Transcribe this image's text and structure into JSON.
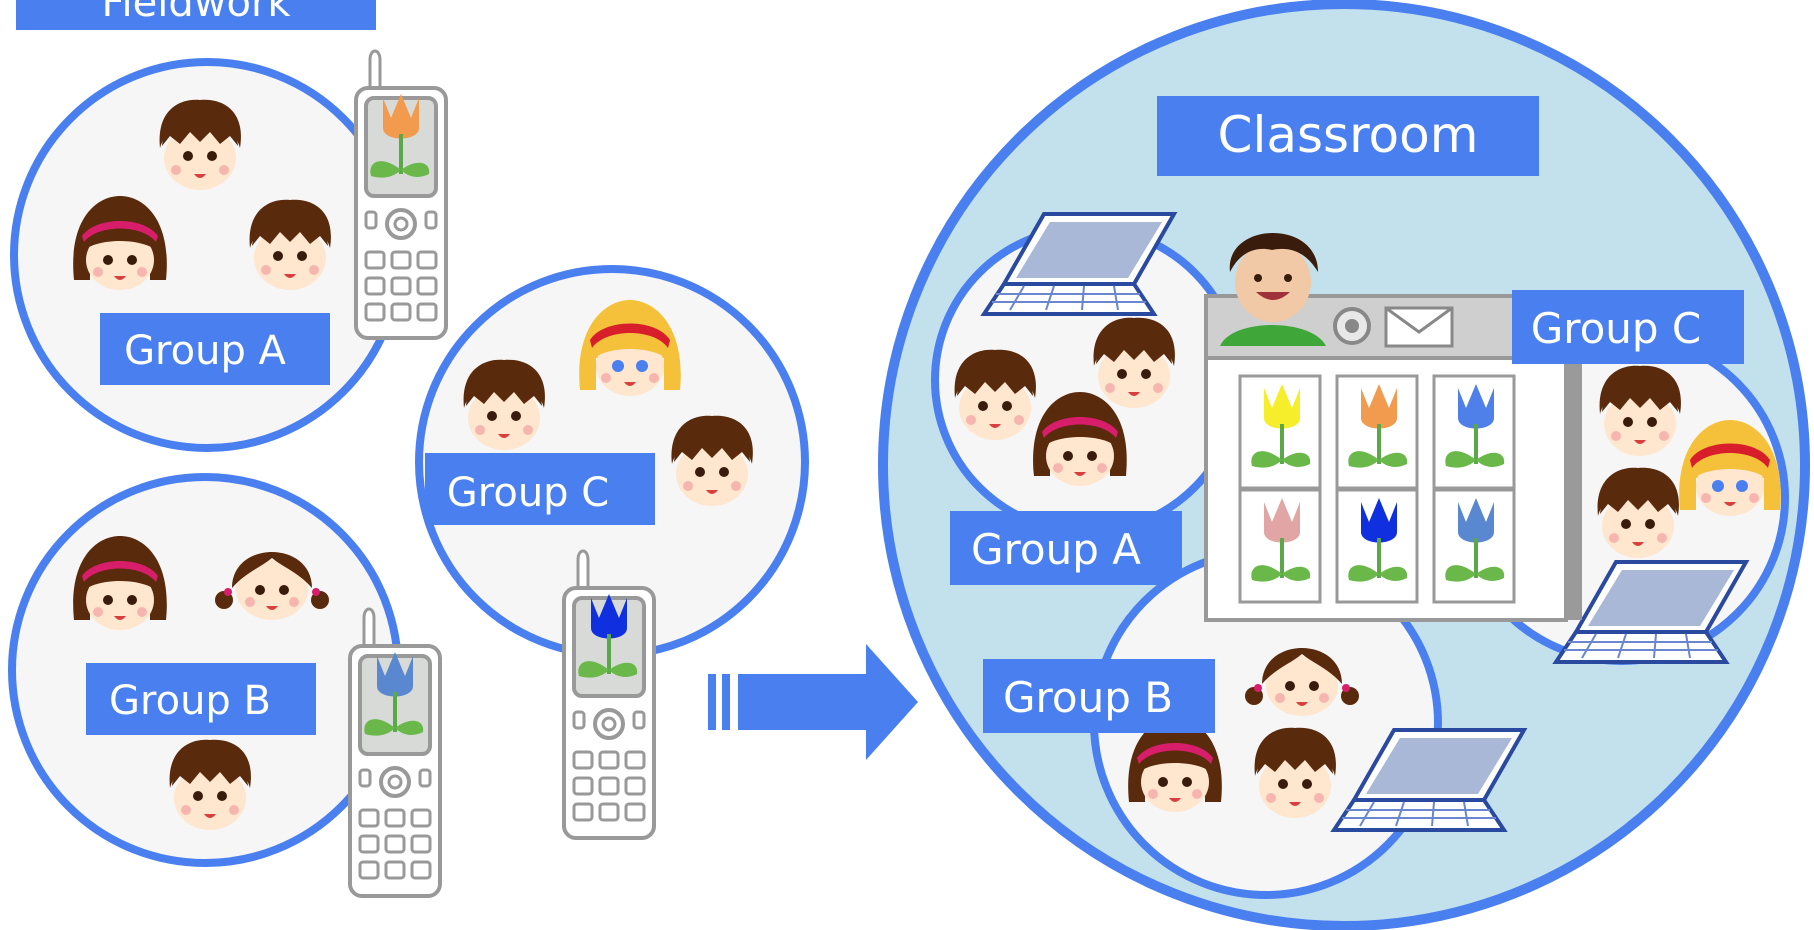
{
  "header": {
    "fieldwork_label": "Fieldwork"
  },
  "fieldwork": {
    "group_a": "Group A",
    "group_b": "Group B",
    "group_c": "Group C"
  },
  "classroom": {
    "title": "Classroom",
    "group_a": "Group A",
    "group_b": "Group B",
    "group_c": "Group C"
  },
  "colors": {
    "accent": "#4a7ff0",
    "classroom_fill": "#c3e1ec",
    "group_fill": "#f6f6f6",
    "flower_colors": [
      "#f6ee2a",
      "#f29a4e",
      "#4f7fe8",
      "#e2a5a5",
      "#1030e0",
      "#5a88d0"
    ]
  },
  "icons": [
    "phone-icon",
    "laptop-icon",
    "child-face-icon",
    "teacher-icon",
    "envelope-icon",
    "arrow-right-icon",
    "tulip-icon"
  ]
}
